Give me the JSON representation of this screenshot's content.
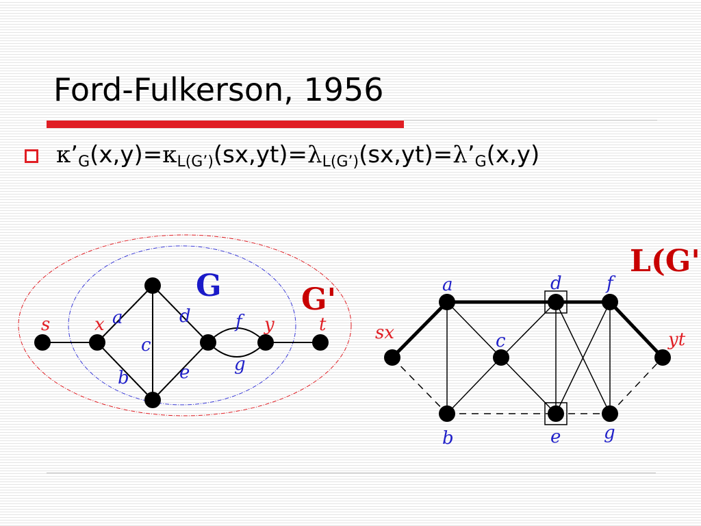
{
  "slide": {
    "title": "Ford-Fulkerson, 1956",
    "formula": {
      "kappa": "κ",
      "prime": "’",
      "sub_G": "G",
      "p1": "(x,y)=",
      "sub_LG": "L(G’)",
      "p2": "(sx,yt)=",
      "lambda": "λ",
      "p3": "(sx,yt)=",
      "p4": "(x,y)"
    }
  },
  "graph_g": {
    "label_g": "G",
    "label_gprime": "G'",
    "nodes": {
      "s": "s",
      "x": "x",
      "a": "a",
      "b": "b",
      "c": "c",
      "d": "d",
      "e": "e",
      "f": "f",
      "g": "g",
      "y": "y",
      "t": "t"
    }
  },
  "graph_lg": {
    "label": "L(G')",
    "nodes": {
      "sx": "sx",
      "a": "a",
      "b": "b",
      "c": "c",
      "d": "d",
      "e": "e",
      "f": "f",
      "g": "g",
      "yt": "yt"
    }
  },
  "colors": {
    "accent_red": "#e01e24",
    "label_blue": "#2020c8",
    "ellipse_red": "#e01e24",
    "ellipse_blue": "#3a3ad8"
  }
}
